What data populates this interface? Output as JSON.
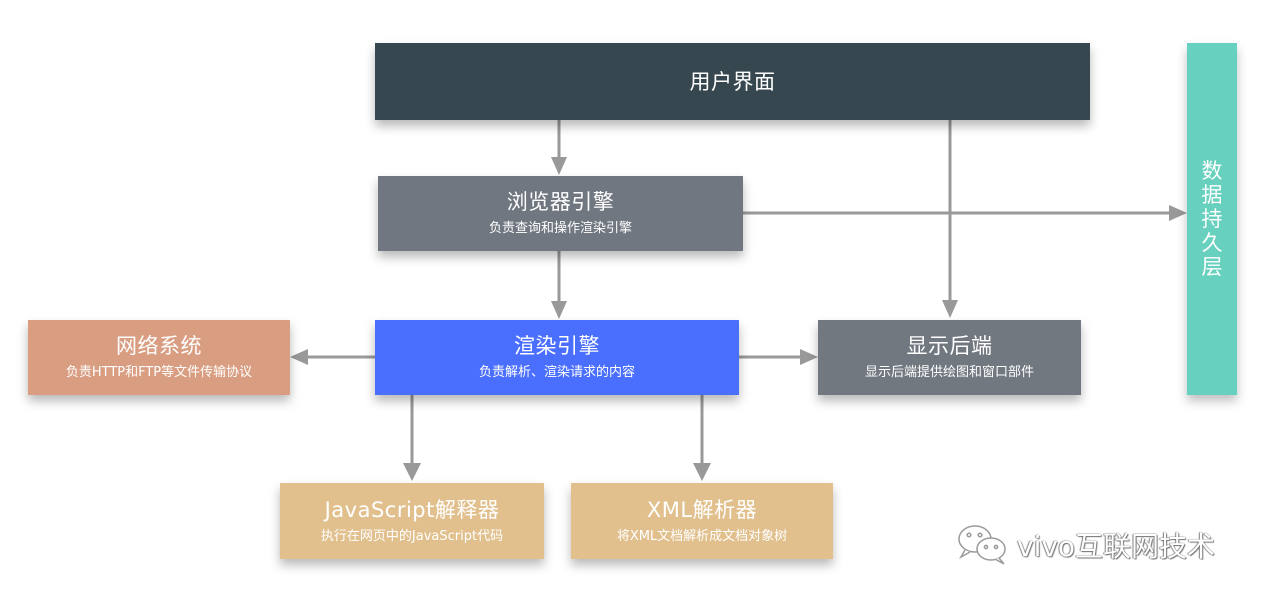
{
  "diagram": {
    "nodes": {
      "user_interface": {
        "title": "用户界面",
        "subtitle": "",
        "color": "#37474f"
      },
      "browser_engine": {
        "title": "浏览器引擎",
        "subtitle": "负责查询和操作渲染引擎",
        "color": "#707780"
      },
      "networking": {
        "title": "网络系统",
        "subtitle": "负责HTTP和FTP等文件传输协议",
        "color": "#d99e82"
      },
      "rendering_engine": {
        "title": "渲染引擎",
        "subtitle": "负责解析、渲染请求的内容",
        "color": "#4a6efd"
      },
      "ui_backend": {
        "title": "显示后端",
        "subtitle": "显示后端提供绘图和窗口部件",
        "color": "#717880"
      },
      "js_interpreter": {
        "title": "JavaScript解释器",
        "subtitle": "执行在网页中的JavaScript代码",
        "color": "#e1c08e"
      },
      "xml_parser": {
        "title": "XML解析器",
        "subtitle": "将XML文档解析成文档对象树",
        "color": "#e1c08e"
      },
      "data_persistence": {
        "title": "数据持久层",
        "color": "#68d0be"
      }
    },
    "edges": [
      {
        "from": "用户界面",
        "to": "浏览器引擎"
      },
      {
        "from": "用户界面",
        "to": "显示后端"
      },
      {
        "from": "浏览器引擎",
        "to": "渲染引擎"
      },
      {
        "from": "浏览器引擎",
        "to": "数据持久层"
      },
      {
        "from": "渲染引擎",
        "to": "网络系统"
      },
      {
        "from": "渲染引擎",
        "to": "显示后端"
      },
      {
        "from": "渲染引擎",
        "to": "JavaScript解释器"
      },
      {
        "from": "渲染引擎",
        "to": "XML解析器"
      }
    ],
    "arrow_color": "#999999"
  },
  "watermark": {
    "icon": "wechat-icon",
    "text": "vivo互联网技术"
  }
}
